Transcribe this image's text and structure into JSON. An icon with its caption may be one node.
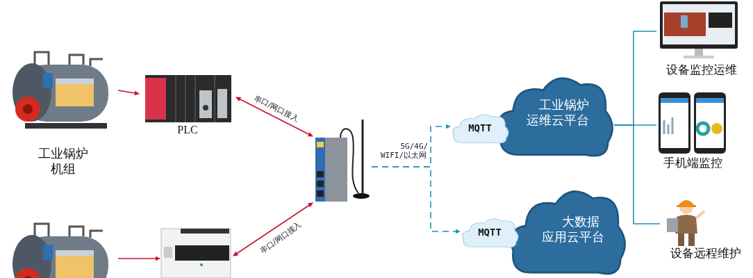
{
  "diagram": {
    "nodes": [
      {
        "text": [
          "工业锅炉机组"
        ]
      },
      {
        "text": [
          "PLC"
        ]
      },
      {
        "text": [],
        "shape": "picture"
      },
      {
        "text": [],
        "shape": "picture"
      },
      {
        "text": [],
        "shape": "picture"
      },
      {
        "text": [
          "MQTT"
        ]
      },
      {
        "text": [
          "工业锅炉运维云平台"
        ]
      },
      {
        "text": [
          "MQTT"
        ]
      },
      {
        "text": [
          "大数据应用云平台"
        ]
      },
      {
        "text": [
          "设备监控运维"
        ]
      },
      {
        "text": [
          "手机端监控"
        ]
      },
      {
        "text": [
          "设备远程维护"
        ]
      }
    ],
    "edges": [
      {
        "from": 0,
        "to": 1,
        "arrow": "to"
      },
      {
        "from": 1,
        "to": 4,
        "arrow": "both",
        "label": "串口/网口接入"
      },
      {
        "from": 2,
        "to": 3,
        "arrow": "to"
      },
      {
        "from": 3,
        "to": 4,
        "arrow": "both",
        "label": "串口/网口接入"
      },
      {
        "from": 4,
        "to": 5,
        "arrow": "to",
        "style": "dashed",
        "color": "#1e94b4",
        "label": "5G/4G/WIFI/以太网"
      },
      {
        "from": 4,
        "to": 7,
        "arrow": "to",
        "style": "dashed",
        "color": "#1e94b4"
      },
      {
        "from": 6,
        "to": 9,
        "arrow": "none",
        "color": "#1e8fc0"
      },
      {
        "from": 6,
        "to": 10,
        "arrow": "none",
        "color": "#1e8fc0"
      },
      {
        "from": 6,
        "to": 11,
        "arrow": "none",
        "color": "#1e8fc0"
      }
    ]
  }
}
